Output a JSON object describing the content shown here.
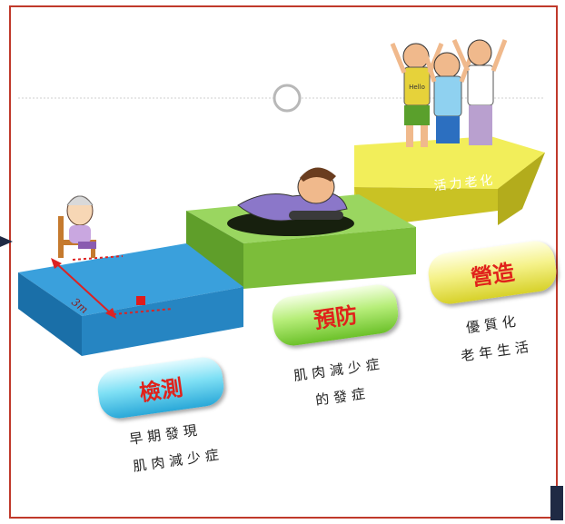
{
  "steps": [
    {
      "label": "檢測",
      "caption_lines": [
        "早期發現",
        "肌肉減少症"
      ]
    },
    {
      "label": "預防",
      "caption_lines": [
        "肌肉減少症",
        "的發症"
      ]
    },
    {
      "label": "營造",
      "caption_lines": [
        "優質化",
        "老年生活"
      ]
    }
  ],
  "arrow_text": "活力老化",
  "distance_label": "3m",
  "badge_text": "Hello",
  "colors": {
    "frame": "#c0392b",
    "blue": "#2e8fd0",
    "green": "#7fbf3a",
    "yellow": "#e8e23a",
    "label": "#e0221b"
  }
}
